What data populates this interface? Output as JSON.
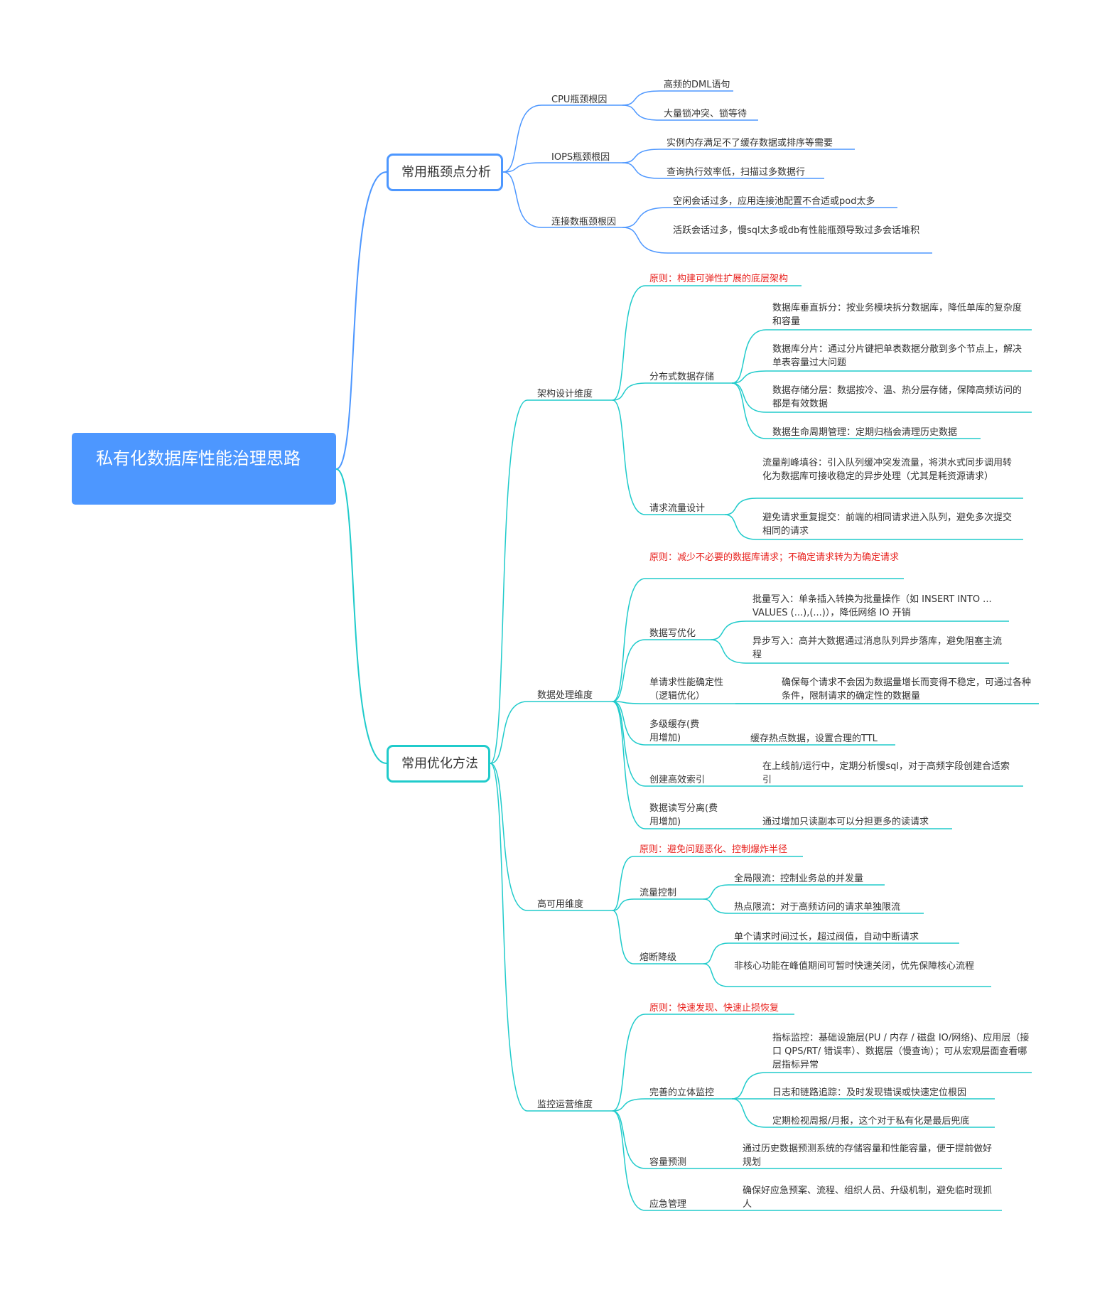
{
  "root": {
    "title": "私有化数据库性能治理思路"
  },
  "branches": [
    {
      "label": "常用瓶颈点分析",
      "children": [
        {
          "label": "CPU瓶颈根因",
          "items": [
            "高频的DML语句",
            "大量锁冲突、锁等待"
          ]
        },
        {
          "label": "IOPS瓶颈根因",
          "items": [
            "实例内存满足不了缓存数据或排序等需要",
            "查询执行效率低，扫描过多数据行"
          ]
        },
        {
          "label": "连接数瓶颈根因",
          "items": [
            "空闲会话过多，应用连接池配置不合适或pod太多",
            "活跃会话过多，慢sql太多或db有性能瓶颈导致过多会话堆积"
          ]
        }
      ]
    },
    {
      "label": "常用优化方法",
      "children": [
        {
          "label": "架构设计维度",
          "principle": "原则：构建可弹性扩展的底层架构",
          "groups": [
            {
              "label": "分布式数据存储",
              "items": [
                "数据库垂直拆分：按业务模块拆分数据库，降低单库的复杂度和容量",
                "数据库分片：通过分片键把单表数据分散到多个节点上，解决单表容量过大问题",
                "数据存储分层：数据按冷、温、热分层存储，保障高频访问的都是有效数据",
                "数据生命周期管理：定期归档会清理历史数据"
              ]
            },
            {
              "label": "请求流量设计",
              "items": [
                "流量削峰填谷：引入队列缓冲突发流量，将洪水式同步调用转化为数据库可接收稳定的异步处理（尤其是耗资源请求）",
                "避免请求重复提交：前端的相同请求进入队列，避免多次提交相同的请求"
              ]
            }
          ]
        },
        {
          "label": "数据处理维度",
          "principle": "原则：减少不必要的数据库请求；不确定请求转为为确定请求",
          "groups": [
            {
              "label": "数据写优化",
              "items": [
                "批量写入：单条插入转换为批量操作（如 INSERT INTO ... VALUES (...),(...)），降低网络 IO 开销",
                "异步写入：高并大数据通过消息队列异步落库，避免阻塞主流程"
              ]
            },
            {
              "label": "单请求性能确定性（逻辑优化）",
              "items": [
                "确保每个请求不会因为数据量增长而变得不稳定，可通过各种条件，限制请求的确定性的数据量"
              ]
            },
            {
              "label": "多级缓存(费用增加)",
              "items": [
                "缓存热点数据，设置合理的TTL"
              ]
            },
            {
              "label": "创建高效索引",
              "items": [
                "在上线前/运行中，定期分析慢sql，对于高频字段创建合适索引"
              ]
            },
            {
              "label": "数据读写分离(费用增加)",
              "items": [
                "通过增加只读副本可以分担更多的读请求"
              ]
            }
          ]
        },
        {
          "label": "高可用维度",
          "principle": "原则：避免问题恶化、控制爆炸半径",
          "groups": [
            {
              "label": "流量控制",
              "items": [
                "全局限流：控制业务总的并发量",
                "热点限流：对于高频访问的请求单独限流"
              ]
            },
            {
              "label": "熔断降级",
              "items": [
                "单个请求时间过长，超过阀值，自动中断请求",
                "非核心功能在峰值期间可暂时快速关闭，优先保障核心流程"
              ]
            }
          ]
        },
        {
          "label": "监控运营维度",
          "principle": "原则：快速发现、快速止损恢复",
          "groups": [
            {
              "label": "完善的立体监控",
              "items": [
                "指标监控：基础设施层(PU / 内存 / 磁盘 IO/网络)、应用层（接口 QPS/RT/ 错误率）、数据层（慢查询）；可从宏观层面查看哪层指标异常",
                "日志和链路追踪：及时发现错误或快速定位根因",
                "定期检视周报/月报，这个对于私有化是最后兜底"
              ]
            },
            {
              "label": "容量预测",
              "items": [
                "通过历史数据预测系统的存储容量和性能容量，便于提前做好规划"
              ]
            },
            {
              "label": "应急管理",
              "items": [
                "确保好应急预案、流程、组织人员、升级机制，避免临时现抓人"
              ]
            }
          ]
        }
      ]
    }
  ],
  "colors": {
    "blue": "#4d97ff",
    "teal": "#20cbcb",
    "principle": "#e8231f",
    "text": "#333333"
  }
}
